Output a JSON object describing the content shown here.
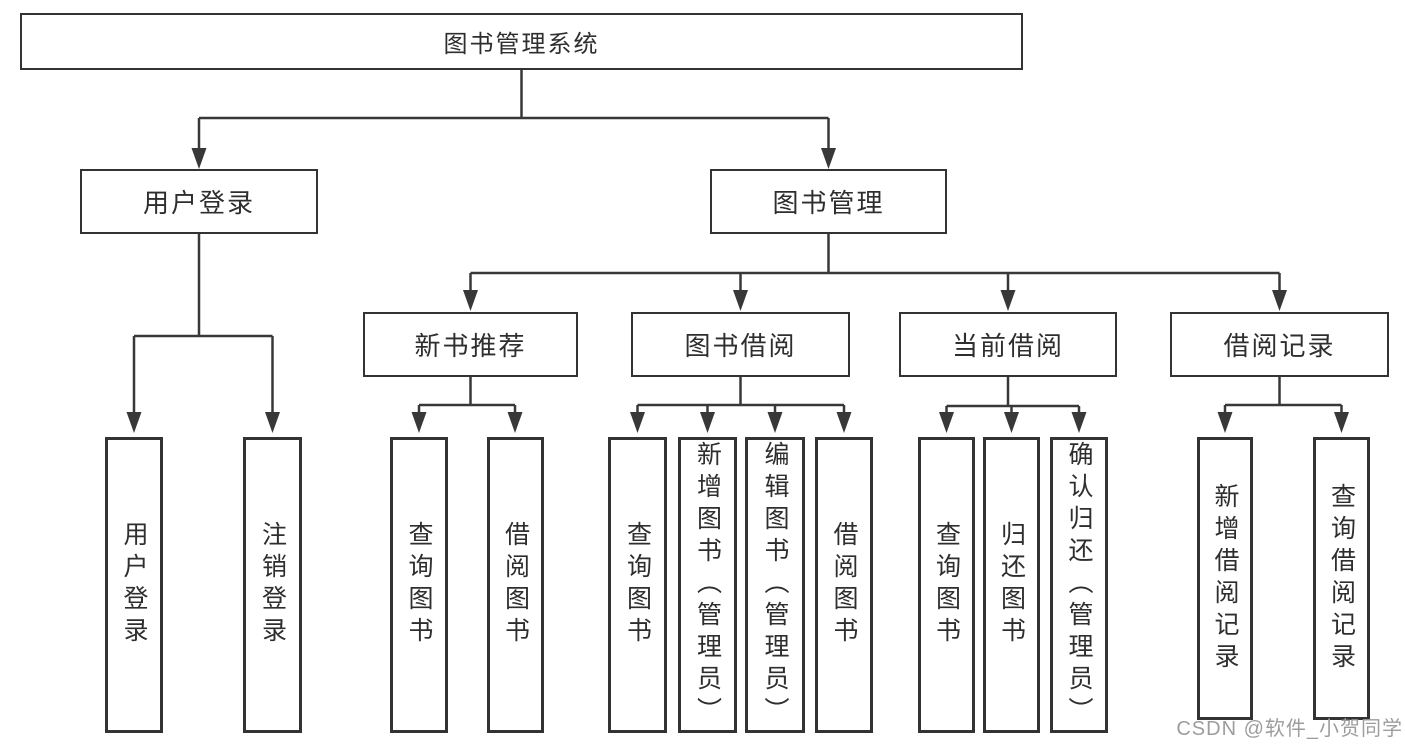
{
  "diagram": {
    "root": {
      "label": "图书管理系统"
    },
    "level2": [
      {
        "label": "用户登录"
      },
      {
        "label": "图书管理"
      }
    ],
    "level3": [
      {
        "label": "新书推荐"
      },
      {
        "label": "图书借阅"
      },
      {
        "label": "当前借阅"
      },
      {
        "label": "借阅记录"
      }
    ],
    "leaves": [
      {
        "label": "用户登录"
      },
      {
        "label": "注销登录"
      },
      {
        "label": "查询图书"
      },
      {
        "label": "借阅图书"
      },
      {
        "label": "查询图书"
      },
      {
        "label": "新增图书（管理员）"
      },
      {
        "label": "编辑图书（管理员）"
      },
      {
        "label": "借阅图书"
      },
      {
        "label": "查询图书"
      },
      {
        "label": "归还图书"
      },
      {
        "label": "确认归还（管理员）"
      },
      {
        "label": "新增借阅记录"
      },
      {
        "label": "查询借阅记录"
      }
    ]
  },
  "colors": {
    "line": "#383838",
    "box_border": "#333333",
    "text": "#2e2e2e",
    "background": "#ffffff",
    "watermark": "#9d9d9d"
  },
  "watermark": {
    "text": "CSDN @软件_小贺同学"
  }
}
